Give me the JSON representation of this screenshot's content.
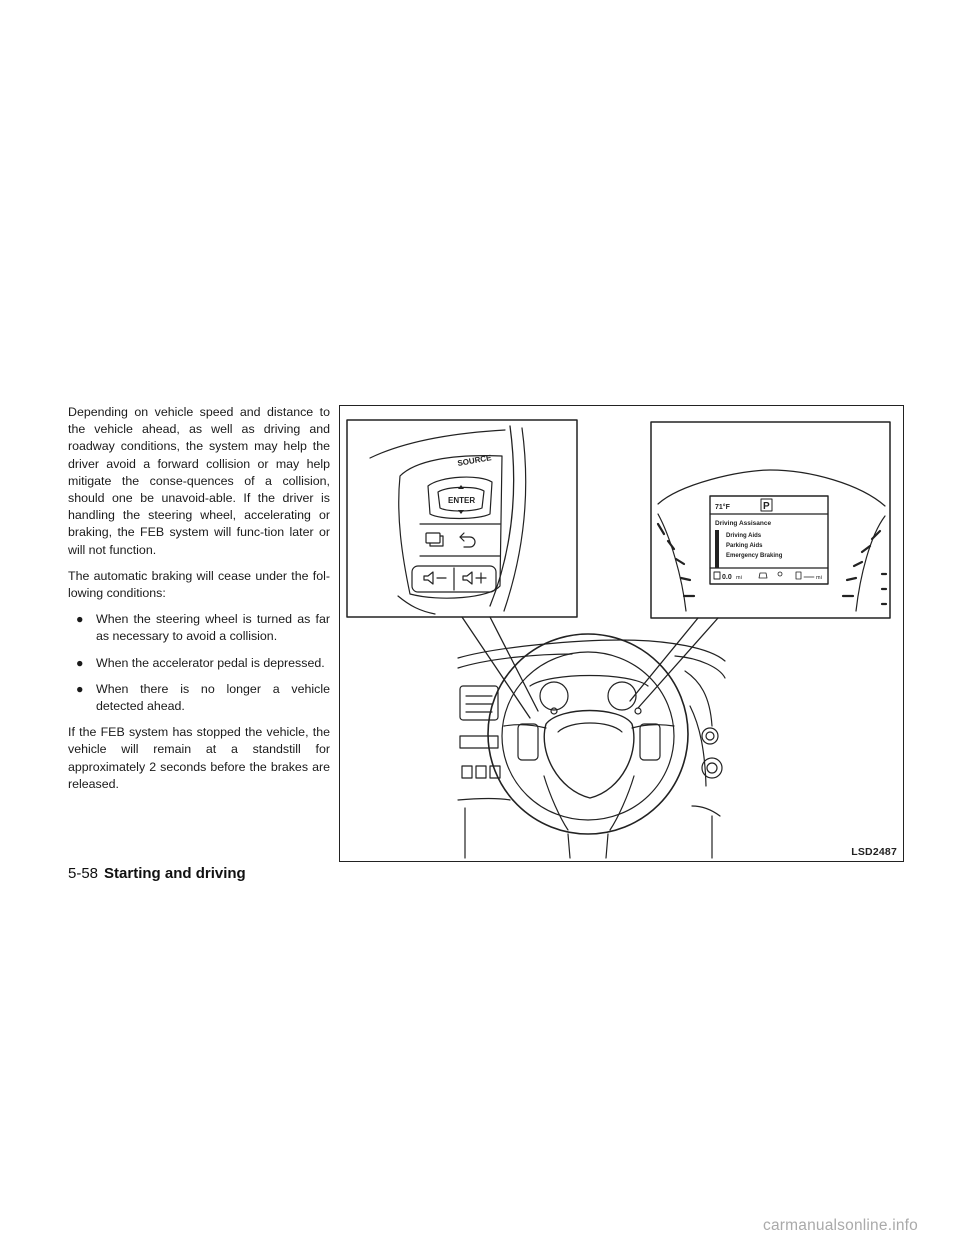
{
  "body": {
    "para1": "Depending on vehicle speed and distance to the vehicle ahead, as well as driving and roadway conditions, the system may help the driver avoid a forward collision or may help mitigate the conse-quences of a collision, should one be unavoid-able. If the driver is handling the steering wheel, accelerating or braking, the FEB system will func-tion later or will not function.",
    "para2": "The automatic braking will cease under the fol-lowing conditions:",
    "bullets": [
      "When the steering wheel is turned as far as necessary to avoid a collision.",
      "When the accelerator pedal is depressed.",
      "When there is no longer a vehicle detected ahead."
    ],
    "para3": "If the FEB system has stopped the vehicle, the vehicle will remain at a standstill for approximately 2 seconds before the brakes are released."
  },
  "figure": {
    "code": "LSD2487",
    "switch_labels": {
      "source": "SOURCE",
      "enter": "ENTER"
    },
    "display": {
      "temp": "71°F",
      "gear": "P",
      "menu_title": "Driving Assisance",
      "menu_items": [
        "Driving Aids",
        "Parking Aids",
        "Emergency Braking"
      ],
      "odometer": "0.0",
      "odometer_unit": "mi",
      "range_unit": "mi"
    }
  },
  "footer": {
    "page_number": "5-58",
    "section": "Starting and driving"
  },
  "watermark": "carmanualsonline.info"
}
